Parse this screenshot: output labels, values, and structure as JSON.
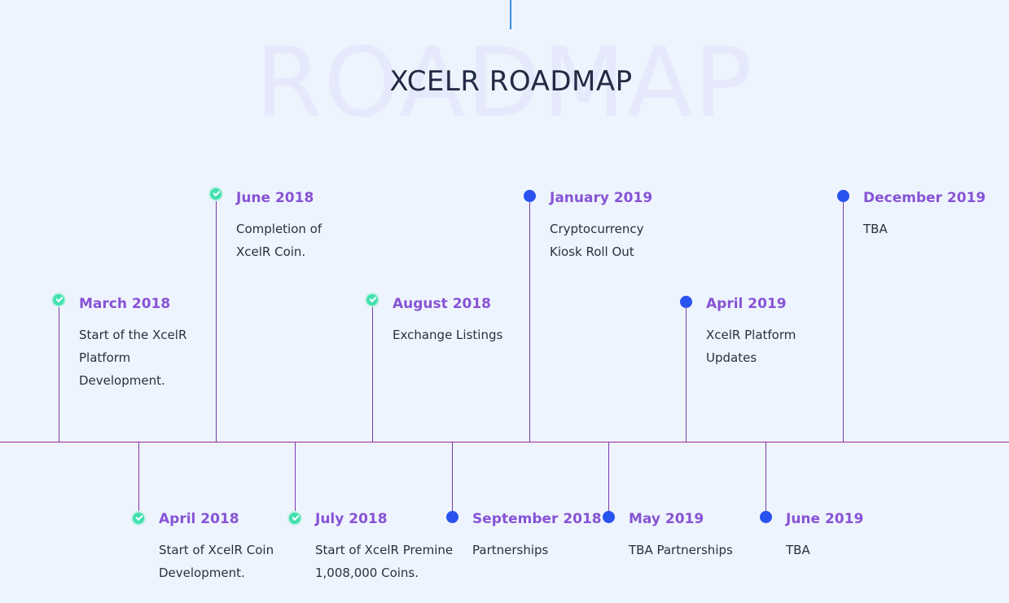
{
  "header": {
    "watermark": "ROADMAP",
    "title": "XCELR ROADMAP"
  },
  "milestones": [
    {
      "date": "March 2018",
      "description": "Start of the XcelR Platform Development.",
      "status": "completed",
      "marker_icon": "check-icon"
    },
    {
      "date": "April 2018",
      "description": "Start of XcelR Coin Development.",
      "status": "completed",
      "marker_icon": "check-icon"
    },
    {
      "date": "June 2018",
      "description": "Completion of XcelR Coin.",
      "status": "completed",
      "marker_icon": "check-icon"
    },
    {
      "date": "July 2018",
      "description": "Start of XcelR Premine 1,008,000 Coins.",
      "status": "completed",
      "marker_icon": "check-icon"
    },
    {
      "date": "August 2018",
      "description": "Exchange Listings",
      "status": "completed",
      "marker_icon": "check-icon"
    },
    {
      "date": "September 2018",
      "description": "Partnerships",
      "status": "upcoming",
      "marker_icon": "dot-icon"
    },
    {
      "date": "January 2019",
      "description": "Cryptocurrency Kiosk Roll Out",
      "status": "upcoming",
      "marker_icon": "dot-icon"
    },
    {
      "date": "May 2019",
      "description": "TBA Partnerships",
      "status": "upcoming",
      "marker_icon": "dot-icon"
    },
    {
      "date": "April 2019",
      "description": "XcelR Platform Updates",
      "status": "upcoming",
      "marker_icon": "dot-icon"
    },
    {
      "date": "June 2019",
      "description": "TBA",
      "status": "upcoming",
      "marker_icon": "dot-icon"
    },
    {
      "date": "December 2019",
      "description": "TBA",
      "status": "upcoming",
      "marker_icon": "dot-icon"
    }
  ],
  "colors": {
    "background": "#eef4fe",
    "title": "#232b45",
    "date": "#8753d6",
    "description": "#2a2f3e",
    "axis": "#9a2a9a",
    "completed_marker": "#43e0b0",
    "upcoming_marker": "#2952ee",
    "top_connector": "#3b8ee0"
  }
}
